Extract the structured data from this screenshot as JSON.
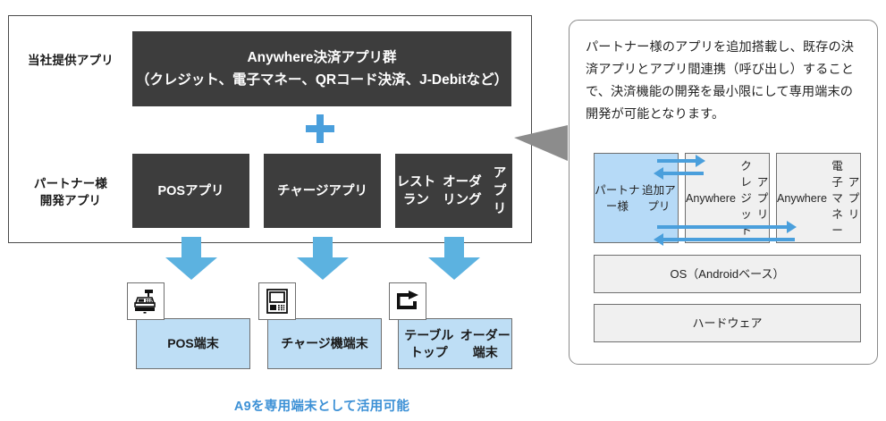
{
  "left_panel": {
    "row_labels": {
      "own_apps": "当社提供アプリ",
      "partner_apps": "パートナー様\n開発アプリ"
    },
    "own_app_box": {
      "line1": "Anywhere決済アプリ群",
      "line2": "（クレジット、電子マネー、QRコード決済、J-Debitなど）"
    },
    "partner_app_boxes": [
      {
        "label": "POSアプリ"
      },
      {
        "label": "チャージアプリ"
      },
      {
        "label": "レストラン\nオーダリング\nアプリ"
      }
    ],
    "plus_symbol": "+",
    "devices": [
      {
        "label": "POS端末",
        "icon": "cash-register-icon"
      },
      {
        "label": "チャージ機\n端末",
        "icon": "charge-machine-icon"
      },
      {
        "label": "テーブルトップ\nオーダー端末",
        "icon": "tabletop-order-icon"
      }
    ],
    "caption": "A9を専用端末として活用可能"
  },
  "right_panel": {
    "description": "パートナー様のアプリを追加搭載し、既存の決済アプリとアプリ間連携（呼び出し）することで、決済機能の開発を最小限にして専用端末の開発が可能となります。",
    "stack": {
      "apps": [
        {
          "label": "パートナー様\n追加アプリ",
          "highlight": true
        },
        {
          "label": "Anywhere\nクレジット\nアプリ",
          "highlight": false
        },
        {
          "label": "Anywhere\n電子マネー\nアプリ",
          "highlight": false
        }
      ],
      "os": "OS（Androidベース）",
      "hardware": "ハードウェア"
    }
  },
  "colors": {
    "dark_box": "#3d3d3d",
    "accent_blue": "#4a9fdc",
    "arrow_blue": "#5cb2e0",
    "device_fill": "#bedef5",
    "highlight_fill": "#b6daf7",
    "stack_fill": "#f0f0f0",
    "connector_gray": "#8c8c8c",
    "caption_blue": "#3d91d6"
  }
}
